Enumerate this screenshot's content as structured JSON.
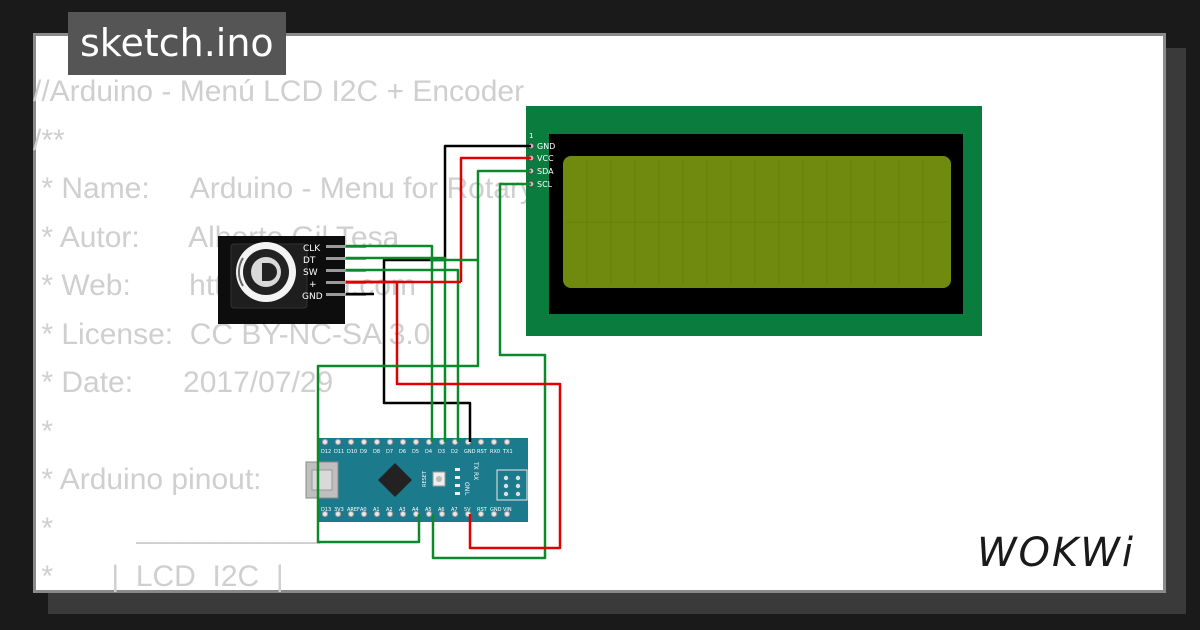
{
  "file_tab": {
    "label": "sketch.ino"
  },
  "code_lines": [
    "//Arduino - Menú LCD I2C + Encoder",
    "/**",
    " * Name:     Arduino - Menu for Rotary Encoder",
    " * Autor:      Alberto Gil Tesa",
    " * Web:       http://giltesa.com",
    " * License:  CC BY-NC-SA 3.0",
    " * Date:      2017/07/29",
    " *",
    " * Arduino pinout:",
    " *          ___________",
    " *       |  LCD  I2C  |"
  ],
  "encoder": {
    "pins": [
      "CLK",
      "DT",
      "SW",
      "+",
      "GND"
    ]
  },
  "lcd": {
    "header_pin": "1",
    "pins": [
      "GND",
      "VCC",
      "SDA",
      "SCL"
    ]
  },
  "nano": {
    "top_pins": [
      "D12",
      "D11",
      "D10",
      "D9",
      "D8",
      "D7",
      "D6",
      "D5",
      "D4",
      "D3",
      "D2",
      "GND",
      "RST",
      "RX0",
      "TX1"
    ],
    "bottom_pins": [
      "D13",
      "3V3",
      "AREF",
      "A0",
      "A1",
      "A2",
      "A3",
      "A4",
      "A5",
      "A6",
      "A7",
      "5V",
      "RST",
      "GND",
      "VIN"
    ],
    "led_labels": [
      "TX",
      "RX",
      "ON",
      "L"
    ],
    "reset_label": "RESET"
  },
  "brand": {
    "logo_text": "WOKWi"
  },
  "colors": {
    "board_teal": "#1b7a8c",
    "lcd_green": "#0a7d3e",
    "lcd_screen": "#6f8a0f",
    "wire_green": "#0a8a2a",
    "wire_red": "#e00000",
    "wire_black": "#000000"
  }
}
